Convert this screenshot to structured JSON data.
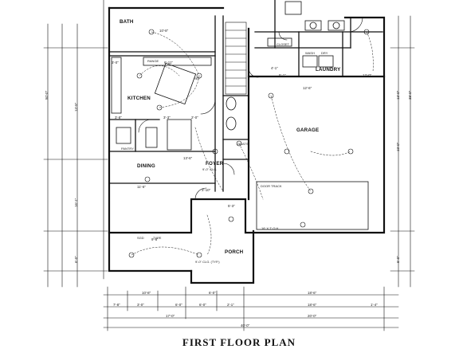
{
  "plan": {
    "title": "FIRST FLOOR PLAN",
    "rooms": {
      "bath": "BATH",
      "kitchen": "KITCHEN",
      "dining": "DINING",
      "foyer": "FOYER",
      "porch": "PORCH",
      "garage": "GARAGE",
      "laundry": "LAUNDRY",
      "pantry": "PANTRY",
      "closet": "CLOSET",
      "coats": "COATS"
    },
    "notes": {
      "door_track": "DOOR TRACK",
      "garage_door": "16' X 7' O.H.",
      "foyer_ceiling": "9'-0\" CLG.",
      "porch_ceiling": "9'-0\" CLG. (TYP.)",
      "sliding_door": "SGD",
      "type_note": "TYPE",
      "refrigerator": "REF",
      "range": "RANGE",
      "washer": "WASH",
      "dryer": "DRY"
    },
    "dimensions": {
      "bottom_row_1": [
        "10'-8\"",
        "6'-0\"",
        "18'-6\""
      ],
      "bottom_row_2": [
        "7'-8\"",
        "3'-0\"",
        "6'-0\"",
        "6'-0\"",
        "2'-1\"",
        "18'-6\"",
        "1'-4\""
      ],
      "bottom_row_3": [
        "17'-0\"",
        "20'-0\""
      ],
      "bottom_total": "40'-0\"",
      "left_side": [
        "13'-5\"",
        "16'-1\"",
        "6'-0\""
      ],
      "left_total": "50'-0\"",
      "right_side": [
        "19'-0\"",
        "13'-0\"",
        "6'-0\""
      ],
      "right_total": "38'-0\"",
      "top_dims": [
        "10'-8\"",
        "3'-0\"",
        "6'-11\"",
        "4'-1\"",
        "5'-1\"",
        "12'-0\""
      ],
      "interior": [
        "3'-8\"",
        "11'-6\"",
        "3'-3\"",
        "2'-0\"",
        "3'-10\"",
        "13'-6\"",
        "12'-6\"",
        "9'-8\"",
        "5'-3\""
      ]
    }
  }
}
